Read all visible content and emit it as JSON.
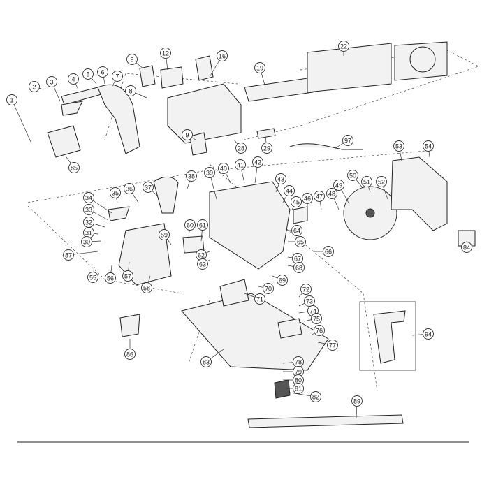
{
  "callouts": [
    {
      "id": "1"
    },
    {
      "id": "2"
    },
    {
      "id": "3"
    },
    {
      "id": "4"
    },
    {
      "id": "5"
    },
    {
      "id": "6"
    },
    {
      "id": "7"
    },
    {
      "id": "8"
    },
    {
      "id": "9"
    },
    {
      "id": "12"
    },
    {
      "id": "16"
    },
    {
      "id": "19"
    },
    {
      "id": "22"
    },
    {
      "id": "28"
    },
    {
      "id": "29"
    },
    {
      "id": "9"
    },
    {
      "id": "85"
    },
    {
      "id": "97"
    },
    {
      "id": "53"
    },
    {
      "id": "54"
    },
    {
      "id": "38"
    },
    {
      "id": "39"
    },
    {
      "id": "40"
    },
    {
      "id": "41"
    },
    {
      "id": "42"
    },
    {
      "id": "43"
    },
    {
      "id": "44"
    },
    {
      "id": "45"
    },
    {
      "id": "46"
    },
    {
      "id": "47"
    },
    {
      "id": "48"
    },
    {
      "id": "49"
    },
    {
      "id": "50"
    },
    {
      "id": "51"
    },
    {
      "id": "52"
    },
    {
      "id": "35"
    },
    {
      "id": "36"
    },
    {
      "id": "37"
    },
    {
      "id": "34"
    },
    {
      "id": "33"
    },
    {
      "id": "32"
    },
    {
      "id": "31"
    },
    {
      "id": "30"
    },
    {
      "id": "87"
    },
    {
      "id": "55"
    },
    {
      "id": "56"
    },
    {
      "id": "57"
    },
    {
      "id": "58"
    },
    {
      "id": "59"
    },
    {
      "id": "60"
    },
    {
      "id": "61"
    },
    {
      "id": "62"
    },
    {
      "id": "63"
    },
    {
      "id": "64"
    },
    {
      "id": "65"
    },
    {
      "id": "66"
    },
    {
      "id": "67"
    },
    {
      "id": "68"
    },
    {
      "id": "69"
    },
    {
      "id": "70"
    },
    {
      "id": "71"
    },
    {
      "id": "72"
    },
    {
      "id": "73"
    },
    {
      "id": "74"
    },
    {
      "id": "75"
    },
    {
      "id": "76"
    },
    {
      "id": "77"
    },
    {
      "id": "84"
    },
    {
      "id": "94"
    },
    {
      "id": "86"
    },
    {
      "id": "83"
    },
    {
      "id": "78"
    },
    {
      "id": "79"
    },
    {
      "id": "80"
    },
    {
      "id": "81"
    },
    {
      "id": "82"
    },
    {
      "id": "89"
    }
  ]
}
